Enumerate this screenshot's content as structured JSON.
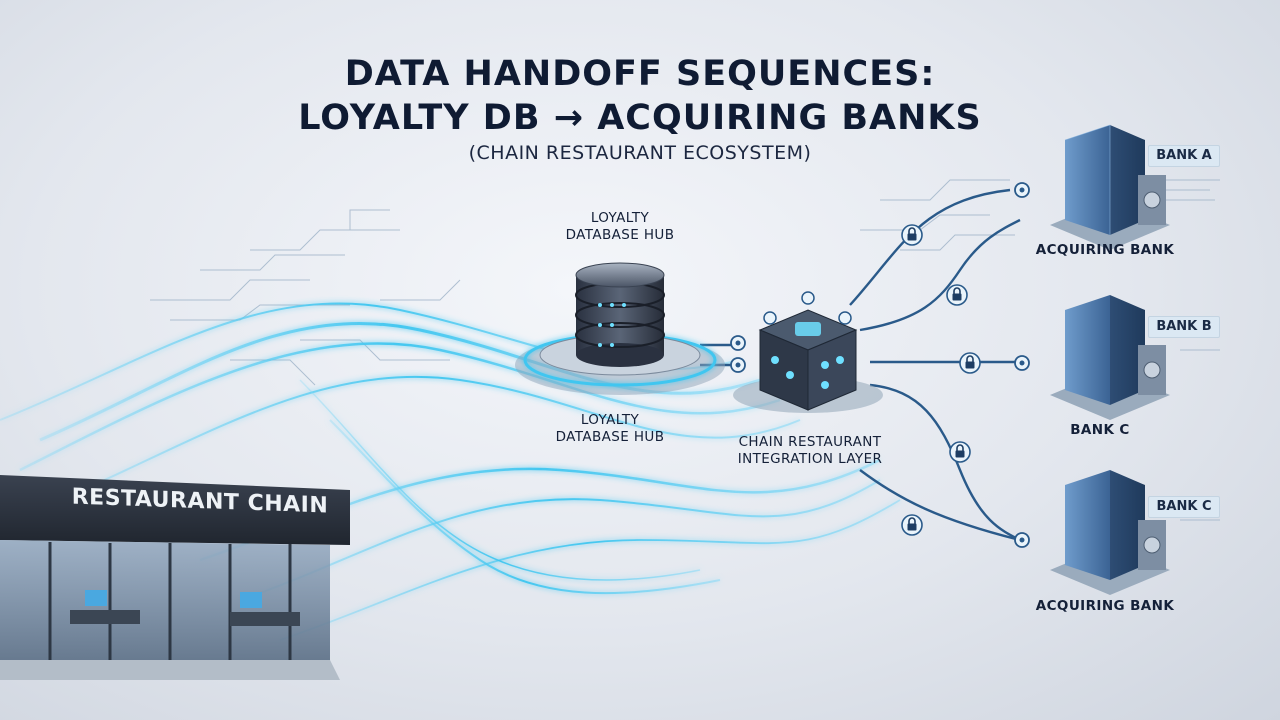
{
  "title": {
    "line1": "DATA HANDOFF SEQUENCES:",
    "line2": "LOYALTY DB → ACQUIRING BANKS",
    "subtitle": "(CHAIN RESTAURANT ECOSYSTEM)"
  },
  "hub": {
    "label_top_1": "LOYALTY",
    "label_top_2": "DATABASE HUB",
    "label_bottom_1": "LOYALTY",
    "label_bottom_2": "DATABASE HUB"
  },
  "integration": {
    "label_1": "CHAIN RESTAURANT",
    "label_2": "INTEGRATION LAYER"
  },
  "restaurant": {
    "sign": "RESTAURANT CHAIN"
  },
  "banks": [
    {
      "tag": "BANK A",
      "sub": "ACQUIRING BANK"
    },
    {
      "tag": "BANK B",
      "sub": "BANK C"
    },
    {
      "tag": "BANK C",
      "sub": "ACQUIRING BANK"
    }
  ],
  "colors": {
    "flow": "#3fc6f0",
    "flow_glow": "#9fe6ff",
    "connector": "#2a5a8a",
    "building": "#4d79a8",
    "title": "#0f1b33"
  },
  "icons": {
    "lock": "padlock-icon",
    "database": "database-icon",
    "cube": "integration-cube-icon",
    "bank": "bank-building-icon",
    "store": "restaurant-storefront-icon"
  }
}
